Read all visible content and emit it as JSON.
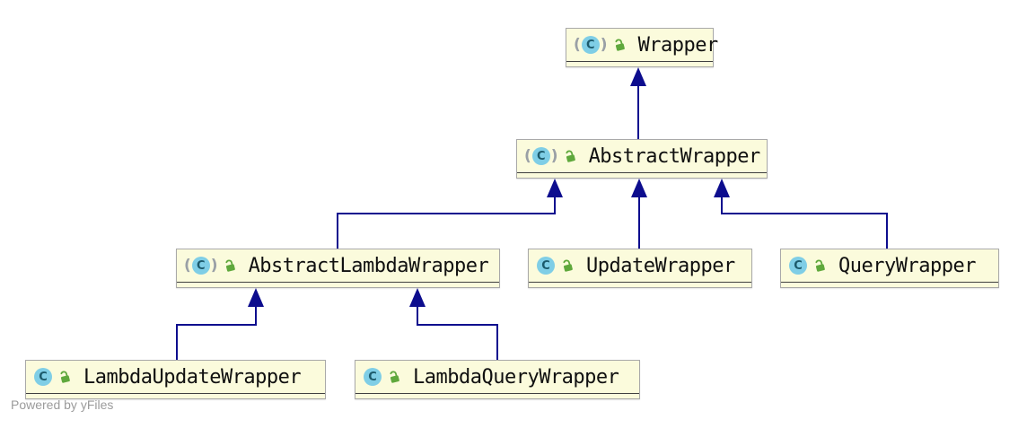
{
  "diagram": {
    "type": "uml-class-inheritance",
    "nodes": [
      {
        "id": "Wrapper",
        "label": "Wrapper",
        "stereotype": "abstract class",
        "visibility": "public",
        "icon": "abstract-class-icon",
        "modifier_icon": "unlocked-icon"
      },
      {
        "id": "AbstractWrapper",
        "label": "AbstractWrapper",
        "stereotype": "abstract class",
        "visibility": "public",
        "icon": "abstract-class-icon",
        "modifier_icon": "unlocked-icon"
      },
      {
        "id": "AbstractLambdaWrapper",
        "label": "AbstractLambdaWrapper",
        "stereotype": "abstract class",
        "visibility": "public",
        "icon": "abstract-class-icon",
        "modifier_icon": "unlocked-icon"
      },
      {
        "id": "UpdateWrapper",
        "label": "UpdateWrapper",
        "stereotype": "class",
        "visibility": "public",
        "icon": "class-icon",
        "modifier_icon": "unlocked-icon"
      },
      {
        "id": "QueryWrapper",
        "label": "QueryWrapper",
        "stereotype": "class",
        "visibility": "public",
        "icon": "class-icon",
        "modifier_icon": "unlocked-icon"
      },
      {
        "id": "LambdaUpdateWrapper",
        "label": "LambdaUpdateWrapper",
        "stereotype": "class",
        "visibility": "public",
        "icon": "class-icon",
        "modifier_icon": "unlocked-icon"
      },
      {
        "id": "LambdaQueryWrapper",
        "label": "LambdaQueryWrapper",
        "stereotype": "class",
        "visibility": "public",
        "icon": "class-icon",
        "modifier_icon": "unlocked-icon"
      }
    ],
    "edges": [
      {
        "from": "AbstractWrapper",
        "to": "Wrapper",
        "relation": "extends"
      },
      {
        "from": "AbstractLambdaWrapper",
        "to": "AbstractWrapper",
        "relation": "extends"
      },
      {
        "from": "UpdateWrapper",
        "to": "AbstractWrapper",
        "relation": "extends"
      },
      {
        "from": "QueryWrapper",
        "to": "AbstractWrapper",
        "relation": "extends"
      },
      {
        "from": "LambdaUpdateWrapper",
        "to": "AbstractLambdaWrapper",
        "relation": "extends"
      },
      {
        "from": "LambdaQueryWrapper",
        "to": "AbstractLambdaWrapper",
        "relation": "extends"
      }
    ],
    "colors": {
      "node_fill": "#fbfbdc",
      "node_border": "#a9a9a9",
      "separator": "#3f3f3f",
      "edge": "#0d0d8e",
      "class_icon_fill": "#7fcee6",
      "class_icon_letter": "#1c5a6b",
      "paren": "#9aa0a6",
      "lock_green": "#5fa83c",
      "label_text": "#101010",
      "footer_text": "#9b9b9b"
    }
  },
  "icons": {
    "class_letter": "C",
    "abstract_markers": [
      "(",
      ")"
    ]
  },
  "footer": {
    "text": "Powered by yFiles"
  }
}
